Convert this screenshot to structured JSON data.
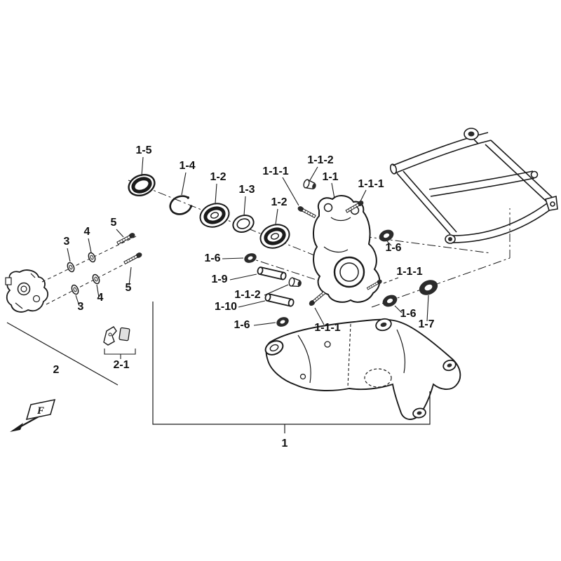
{
  "figure": {
    "type": "exploded-parts-diagram",
    "background": "#ffffff",
    "ink": "#1a1a1a",
    "direction_flag": "F",
    "callouts": [
      {
        "label": "1-5"
      },
      {
        "label": "1-4"
      },
      {
        "label": "1-2"
      },
      {
        "label": "1-3"
      },
      {
        "label": "1-2"
      },
      {
        "label": "1-1-1"
      },
      {
        "label": "1-1-2"
      },
      {
        "label": "1-1"
      },
      {
        "label": "1-1-1"
      },
      {
        "label": "1-6"
      },
      {
        "label": "1-6"
      },
      {
        "label": "1-9"
      },
      {
        "label": "1-1-2"
      },
      {
        "label": "1-10"
      },
      {
        "label": "1-6"
      },
      {
        "label": "1-1-1"
      },
      {
        "label": "1-1-1"
      },
      {
        "label": "1-6"
      },
      {
        "label": "1-7"
      },
      {
        "label": "3"
      },
      {
        "label": "4"
      },
      {
        "label": "5"
      },
      {
        "label": "3"
      },
      {
        "label": "4"
      },
      {
        "label": "5"
      },
      {
        "label": "2"
      },
      {
        "label": "2-1"
      },
      {
        "label": "1"
      }
    ]
  }
}
